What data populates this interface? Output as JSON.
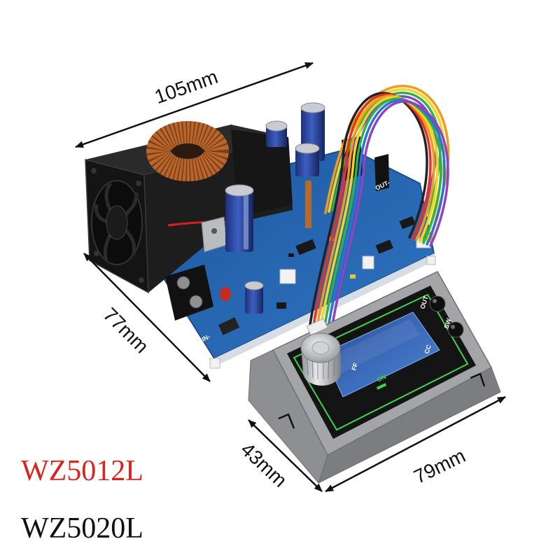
{
  "dimensions": {
    "length": "105mm",
    "board_depth": "77mm",
    "panel_depth": "43mm",
    "panel_width": "79mm"
  },
  "models": {
    "first": "WZ5012L",
    "second": "WZ5020L"
  },
  "board_labels": {
    "input": "IN-",
    "output": "OUT-"
  },
  "panel_labels": {
    "out": "OUT",
    "sw": "SW",
    "cc": "CC",
    "on": "ON",
    "off": "FF"
  },
  "colors": {
    "first_model": "#d9241c",
    "second_model": "#111111",
    "pcb": "#2560a8",
    "panel": "#a3a5a9",
    "frame": "#3fd34b",
    "lcd": "#3366c4"
  }
}
